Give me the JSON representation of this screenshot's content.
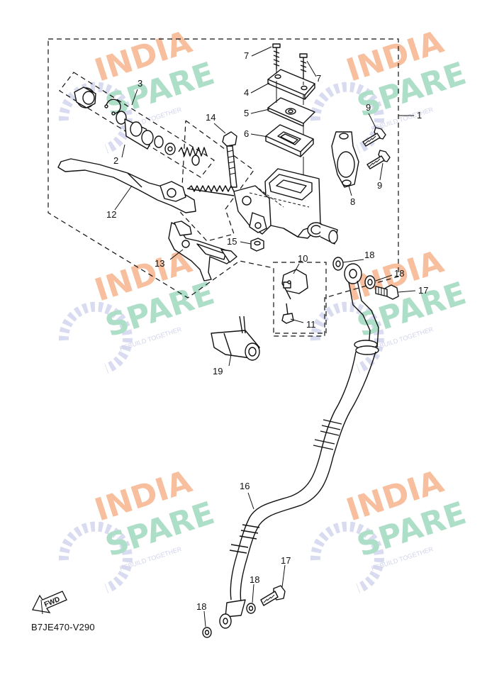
{
  "diagram": {
    "code": "B7JE470-V290",
    "fwd_label": "FWD",
    "watermark": {
      "line1": "INDIA",
      "line2": "SPARE",
      "tagline": "REBUILD TOGETHER"
    },
    "colors": {
      "line": "#111111",
      "watermark_orange": "#f6b48c",
      "watermark_green": "#9fd8bf",
      "watermark_icon": "#c9cce8"
    },
    "callouts": {
      "c1": "1",
      "c2": "2",
      "c3": "3",
      "c4": "4",
      "c5": "5",
      "c6": "6",
      "c7a": "7",
      "c7b": "7",
      "c8": "8",
      "c9a": "9",
      "c9b": "9",
      "c10": "10",
      "c11": "11",
      "c12": "12",
      "c13": "13",
      "c14": "14",
      "c15": "15",
      "c16": "16",
      "c17a": "17",
      "c17b": "17",
      "c18a": "18",
      "c18b": "18",
      "c18c": "18",
      "c18d": "18",
      "c19": "19"
    }
  }
}
